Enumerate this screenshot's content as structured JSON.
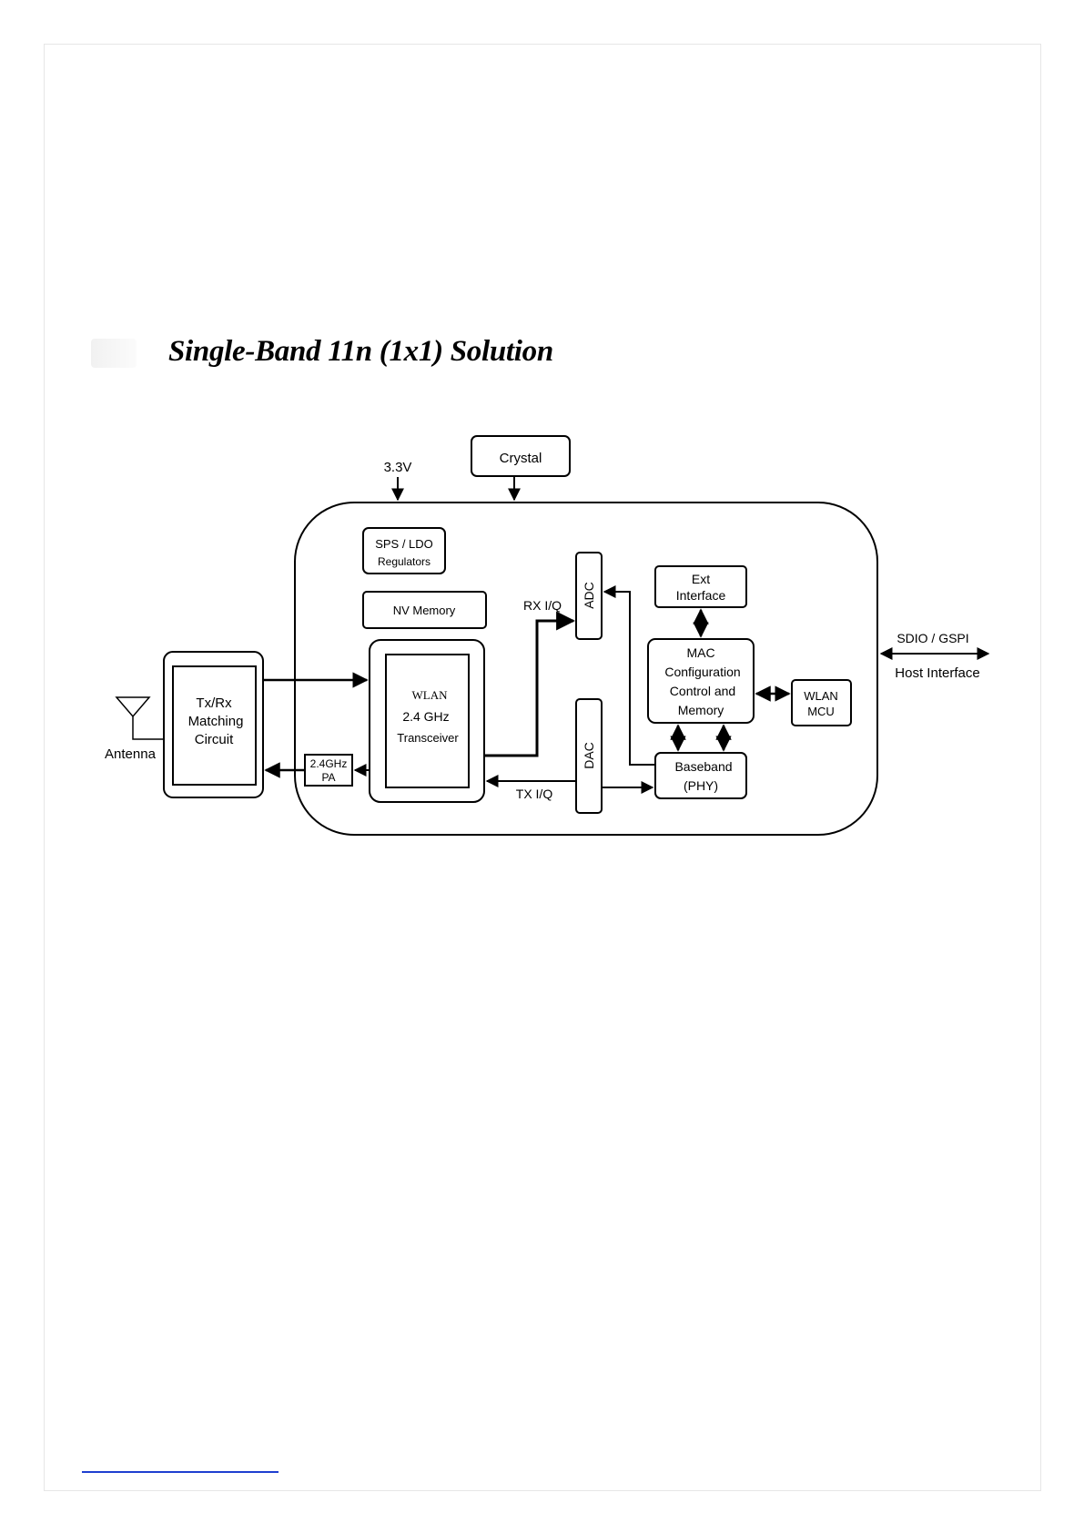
{
  "title": "Single-Band 11n (1x1) Solution",
  "diagram": {
    "supply_label": "3.3V",
    "crystal_label": "Crystal",
    "regulators": [
      "SPS / LDO",
      "Regulators"
    ],
    "nv_memory_label": "NV Memory",
    "rx_iq_label": "RX I/Q",
    "tx_iq_label": "TX I/Q",
    "adc_label": "ADC",
    "dac_label": "DAC",
    "ext_interface": [
      "Ext",
      "Interface"
    ],
    "mac_block": [
      "MAC",
      "Configuration",
      "Control and",
      "Memory"
    ],
    "wlan_mcu": [
      "WLAN",
      "MCU"
    ],
    "baseband": [
      "Baseband",
      "(PHY)"
    ],
    "transceiver": [
      "WLAN",
      "2.4 GHz",
      "Transceiver"
    ],
    "pa_block": [
      "2.4GHz",
      "PA"
    ],
    "matching_circuit": [
      "Tx/Rx",
      "Matching",
      "Circuit"
    ],
    "antenna_label": "Antenna",
    "host_bus_label": "SDIO / GSPI",
    "host_interface_label": "Host Interface"
  },
  "colors": {
    "line": "#000000",
    "link": "#1f3fd0"
  }
}
